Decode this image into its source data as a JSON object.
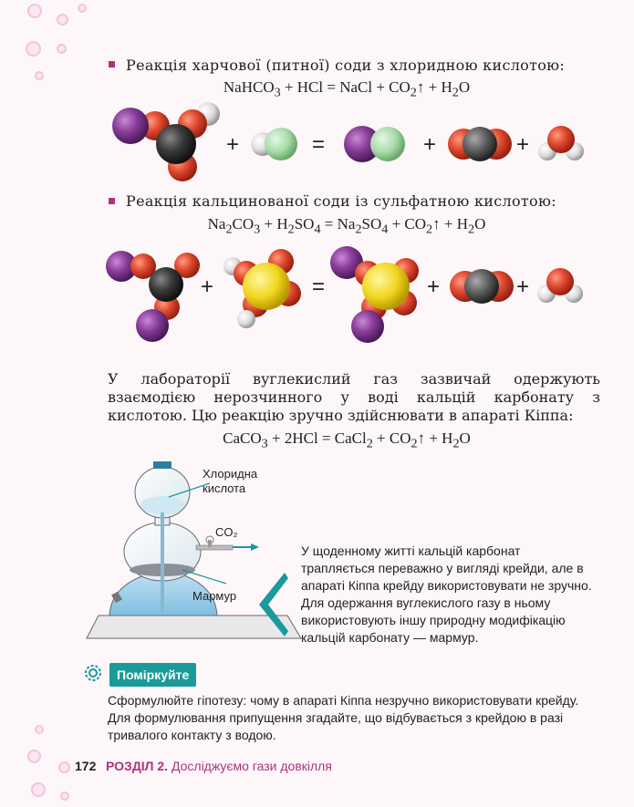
{
  "reaction1": {
    "label": "Реакція харчової (питної) соди з хлоридною кислотою:",
    "equation_html": "NaHCO<sub>3</sub> + HCl = NaCl + CO<sub>2</sub>&#8593; + H<sub>2</sub>O"
  },
  "reaction2": {
    "label": "Реакція кальцинованої соди із сульфатною кислотою:",
    "equation_html": "Na<sub>2</sub>CO<sub>3</sub> + H<sub>2</sub>SO<sub>4</sub> = Na<sub>2</sub>SO<sub>4</sub> + CO<sub>2</sub>&#8593; + H<sub>2</sub>O"
  },
  "paragraph": "У лабораторії вуглекислий газ зазвичай одержують взаємодією нерозчинного у воді кальцій карбонату з кислотою. Цю реакцію зручно здійснювати в апараті Кіппа:",
  "reaction3": {
    "equation_html": "CaCO<sub>3</sub> + 2HCl = CaCl<sub>2</sub> + CO<sub>2</sub>&#8593; + H<sub>2</sub>O"
  },
  "apparatus": {
    "label_acid_1": "Хлоридна",
    "label_acid_2": "кислота",
    "label_co2": "CO₂",
    "label_marble": "Мармур"
  },
  "side_note": "У щоденному житті кальцій карбонат трапляється переважно у вигляді крейди, але в апараті Кіппа крейду використовувати не зручно. Для одержання вуглекислого газу в ньому використовують іншу природну модифікацію кальцій карбонату — мармур.",
  "think": {
    "tag": "Поміркуйте",
    "text": "Сформулюйте гіпотезу: чому в апараті Кіппа незручно використовувати крейду. Для формулювання припущення згадайте, що відбувається з крейдою в разі тривалого контакту з водою."
  },
  "footer": {
    "page": "172",
    "section": "РОЗДІЛ 2.",
    "title": "Досліджуємо гази довкілля"
  },
  "colors": {
    "accent": "#b0327a",
    "teal": "#1a9a9a"
  }
}
